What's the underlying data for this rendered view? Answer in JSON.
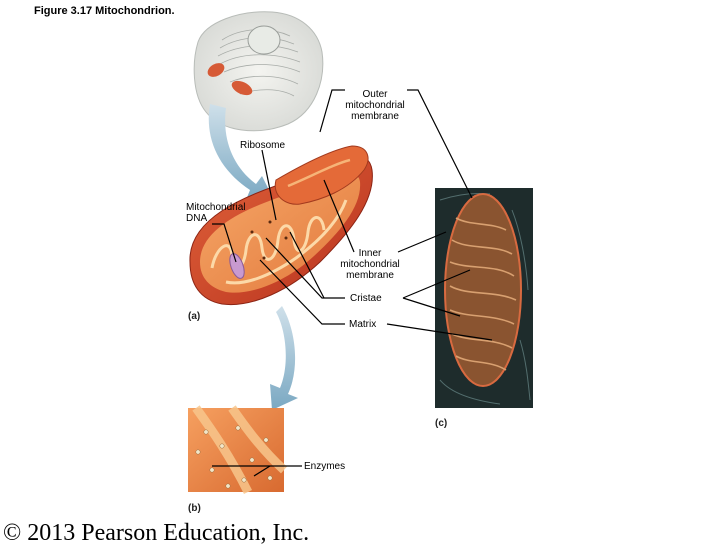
{
  "figure": {
    "title": "Figure 3.17  Mitochondrion.",
    "panels": {
      "a": "(a)",
      "b": "(b)",
      "c": "(c)"
    }
  },
  "labels": {
    "outer_membrane": [
      "Outer",
      "mitochondrial",
      "membrane"
    ],
    "ribosome": "Ribosome",
    "mito_dna": [
      "Mitochondrial",
      "DNA"
    ],
    "inner_membrane": [
      "Inner",
      "mitochondrial",
      "membrane"
    ],
    "cristae": "Cristae",
    "matrix": "Matrix",
    "enzymes": "Enzymes"
  },
  "footer": {
    "copyright": "© 2013 Pearson Education, Inc."
  },
  "colors": {
    "outer_membrane": "#c8442a",
    "intermembrane": "#e8743a",
    "matrix": "#f0a060",
    "cristae": "#f8c88a",
    "arrow": "#8fb8cf",
    "micrograph_bg": "#1a2a2a",
    "micrograph_mito": "#7a4a28"
  }
}
